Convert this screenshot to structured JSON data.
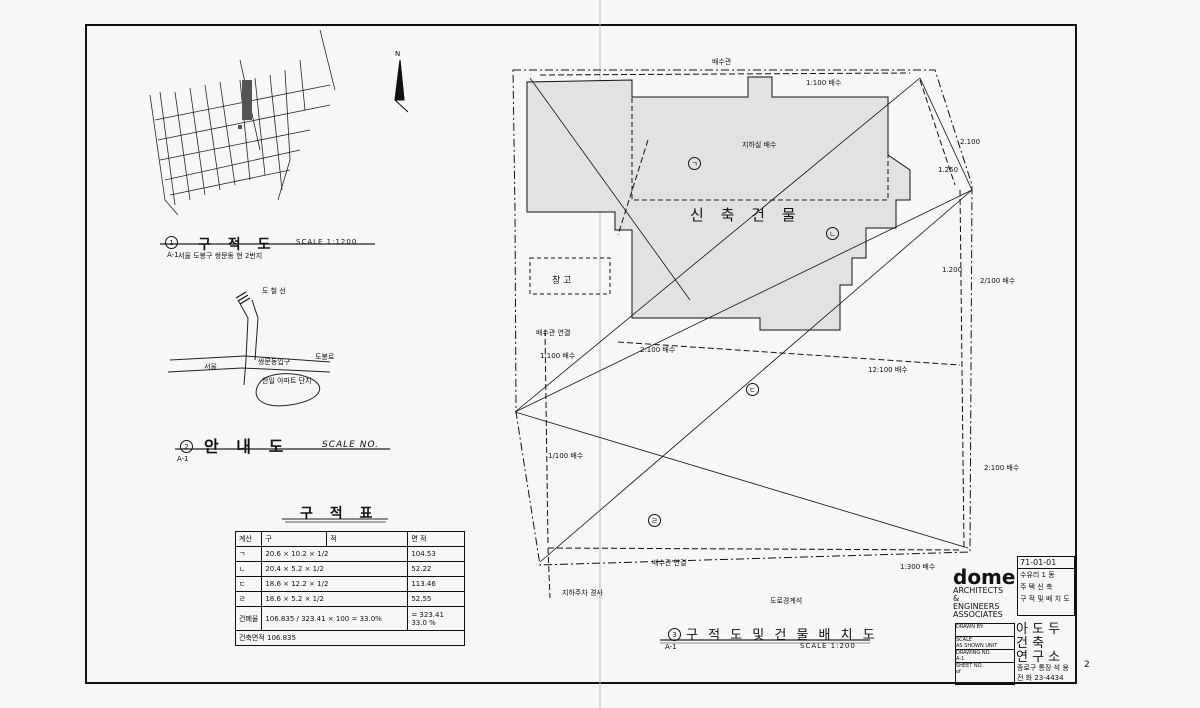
{
  "sheet": {
    "location_map": {
      "title": "구 적 도",
      "scale": "SCALE 1:1200",
      "num": "1",
      "ref": "A-1",
      "subnote": "서울 도봉구 쌍문동 현 2번지"
    },
    "guide_map": {
      "title": "안 내 도",
      "scale": "SCALE NO.",
      "num": "2",
      "ref": "A-1",
      "labels": [
        "도 철 선",
        "서울",
        "쌍문동입구",
        "도봉로",
        "한일 아파트 단지"
      ]
    },
    "area_table": {
      "title": "구 적 표",
      "headers": [
        "계산",
        "구",
        "적",
        "면 적"
      ],
      "rows": [
        [
          "ㄱ",
          "20.6 × 10.2 × 1/2",
          "",
          "104.53"
        ],
        [
          "ㄴ",
          "20.4 × 5.2 × 1/2",
          "",
          "52.22"
        ],
        [
          "ㄷ",
          "18.6 × 12.2 × 1/2",
          "",
          "113.46"
        ],
        [
          "ㄹ",
          "18.6 × 5.2 × 1/2",
          "",
          "52.55"
        ],
        [
          "건폐율",
          "106.835 / 323.41 × 100 = 33.0%",
          "",
          "= 323.41"
        ]
      ],
      "extra": "33.0 %",
      "footer": "건축면적 106.835"
    },
    "site_plan": {
      "title": "구 적 도 및 건 물 배 치 도",
      "scale": "SCALE 1:200",
      "num": "3",
      "ref": "A-1",
      "building_label": "신 축 건 물",
      "garage_label": "창 고",
      "regions": [
        "ㄱ",
        "ㄴ",
        "ㄷ",
        "ㄹ"
      ],
      "annotations": [
        "배수관",
        "지하실 배수",
        "1:100 배수",
        "2.100",
        "1.200",
        "1.250",
        "배수관 연결",
        "도로경계석",
        "지하주차 경사",
        "1:100 배수",
        "2:100 배수",
        "12:100 배수",
        "배수관 연결",
        "1:300 배수",
        "2/100 배수",
        "2:100 배수",
        "1/100 배수"
      ]
    },
    "north_arrow": "N",
    "title_block": {
      "drawing_no": "71-01-01",
      "project_line1": "수유리 1 동",
      "project_line2": "주 택 신 축",
      "project_line3": "구 적 및 배 치 도",
      "firm_logo": "dome",
      "firm_en_1": "ARCHITECTS",
      "firm_en_2": "&",
      "firm_en_3": "ENGINEERS",
      "firm_en_4": "ASSOCIATES",
      "firm_kr_1": "아 도 두",
      "firm_kr_2": "건 축",
      "firm_kr_3": "연 구 소",
      "address": "종로구 통장 석 용",
      "phone": "전 화 23-4434",
      "fields": {
        "drawn_by": "DRAWN BY:",
        "scale_label": "SCALE",
        "scale_value": "AS SHOWN UNIT",
        "drawing_no_label": "DRAWING NO.",
        "drawing_no_value": "A-1",
        "sheet_no_label": "SHEET NO.",
        "sheet_no_value": "of"
      },
      "page_mark": "2"
    }
  }
}
